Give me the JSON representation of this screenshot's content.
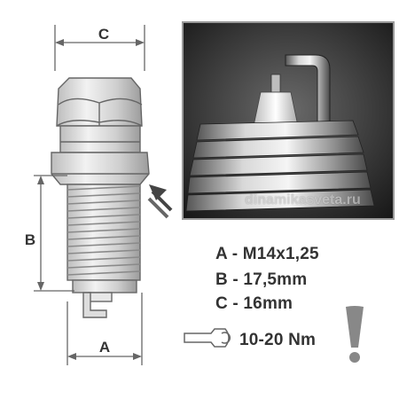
{
  "dimensions": {
    "a_label": "A",
    "b_label": "B",
    "c_label": "C"
  },
  "specs": {
    "a": "A - M14x1,25",
    "b": "B - 17,5mm",
    "c": "C - 16mm"
  },
  "torque": {
    "value": "10-20 Nm",
    "icon": "wrench-icon",
    "warning_icon": "exclamation-icon"
  },
  "watermark": "dinamikasveta.ru",
  "colors": {
    "outline": "#666666",
    "metal_light": "#e6e6e6",
    "metal_dark": "#9a9a9a",
    "photo_bg": "#2a2a2a"
  }
}
